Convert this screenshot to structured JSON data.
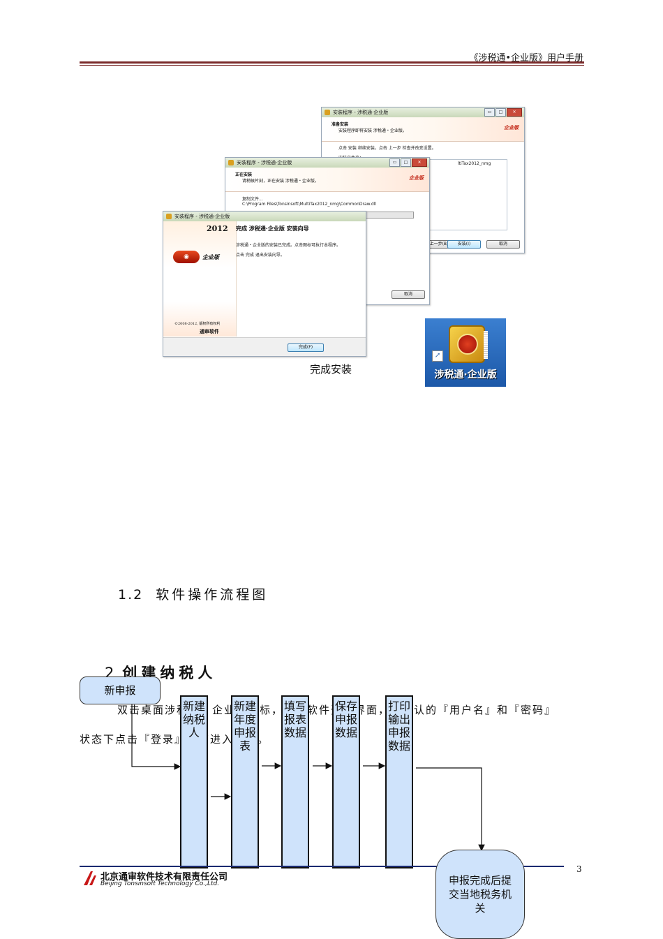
{
  "header": {
    "title": "《涉税通•企业版》用户手册"
  },
  "installer": {
    "window_title": "安装程序 - 涉税通·企业版",
    "ready": {
      "heading": "准备安装",
      "subheading": "安装程序即将安装 涉税通・企业版。",
      "instruction": "点击 安装 继续安装，点击 上一步 检查并改变设置。",
      "files_label": "安装文件夹：",
      "path_fragment": "ltiTax2012_nmg",
      "btn_back": "上一步(B)",
      "btn_install": "安装(I)",
      "btn_cancel": "取消"
    },
    "installing": {
      "heading": "正在安装",
      "subheading": "请稍候片刻，正在安装 涉税通・企业版。",
      "copying": "复制文件...",
      "path": "C:\\Program Files\\Tonsinsoft\\MultiTax2012_nmg\\CommonDraw.dll",
      "btn_cancel": "取消"
    },
    "complete": {
      "year": "2012",
      "heading": "完成 涉税通·企业版 安装向导",
      "line1": "涉税通・企业版的安装已完成。点击图标可执行本程序。",
      "line2": "点击 完成 退出安装向导。",
      "logo_text": "企业版",
      "copyright": "©2008-2012, 版权所有权利",
      "brand": "通审软件",
      "btn_finish": "完成(F)"
    },
    "logo_brand": "企业版"
  },
  "desktop_icon": {
    "label": "涉税通·企业版"
  },
  "caption": "完成安装",
  "section_1_2": {
    "number": "1.2",
    "title": "软件操作流程图"
  },
  "section_2": {
    "number": "2",
    "title": "创建纳税人"
  },
  "paragraph": {
    "line1": "双击桌面涉税通・企业版图标，进入软件登录界面，在默认的『用户名』和『密码』",
    "line2": "状态下点击『登录』即可进入软件。"
  },
  "flow": {
    "start": "新申报",
    "steps": [
      "新建纳税人",
      "新建年度申报表",
      "填写报表数据",
      "保存申报数据",
      "打印输出申报数据"
    ],
    "end": "申报完成后提交当地税务机关"
  },
  "footer": {
    "page_number": "3",
    "company_cn": "北京通审软件技术有限责任公司",
    "company_en": "Beijing Tonsinsoft Technology Co.,Ltd."
  },
  "colors": {
    "header_rule": "#7a2a2a",
    "footer_rule": "#1a2a70",
    "flow_fill": "#cfe3fb"
  }
}
